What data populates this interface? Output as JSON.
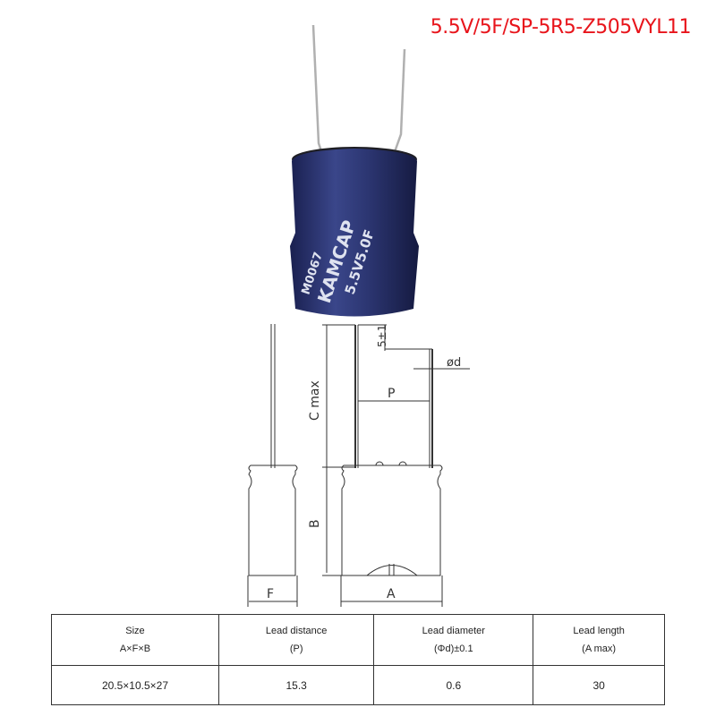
{
  "title": "5.5V/5F/SP-5R5-Z505VYL11",
  "product_print": {
    "brand": "KAMCAP",
    "rating": "5.5V5.0F",
    "code": "M0067"
  },
  "drawing_labels": {
    "c": "C max",
    "b": "B",
    "f": "F",
    "a": "A",
    "p": "P",
    "tol": "5±1",
    "d": "ød"
  },
  "table": {
    "headers": [
      {
        "line1": "Size",
        "line2": "A×F×B"
      },
      {
        "line1": "Lead distance",
        "line2": "(P)"
      },
      {
        "line1": "Lead diameter",
        "line2": "(Φd)±0.1"
      },
      {
        "line1": "Lead length",
        "line2": "(A max)"
      }
    ],
    "values": [
      "20.5×10.5×27",
      "15.3",
      "0.6",
      "30"
    ]
  },
  "colors": {
    "title": "#e8141b",
    "capacitor": "#2a3470"
  }
}
